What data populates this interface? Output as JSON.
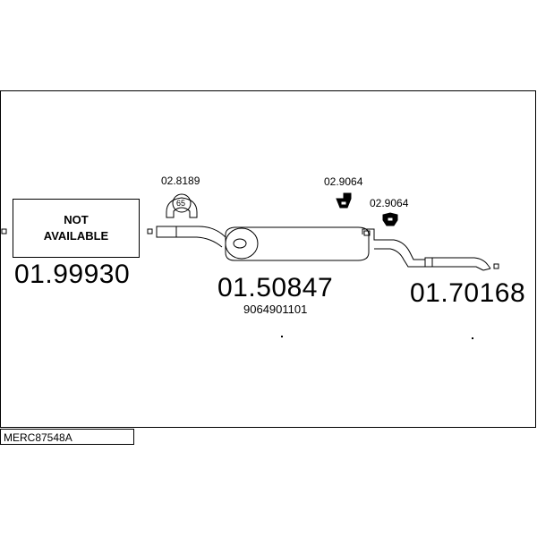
{
  "diagram": {
    "code": "MERC87548A",
    "not_available": {
      "line1": "NOT",
      "line2": "AVAILABLE"
    },
    "parts": [
      {
        "number": "01.99930"
      },
      {
        "number": "01.50847",
        "oem": "9064901101"
      },
      {
        "number": "01.70168"
      }
    ],
    "accessories": [
      {
        "number": "02.8189",
        "badge": "65"
      },
      {
        "number": "02.9064"
      },
      {
        "number": "02.9064"
      }
    ]
  }
}
